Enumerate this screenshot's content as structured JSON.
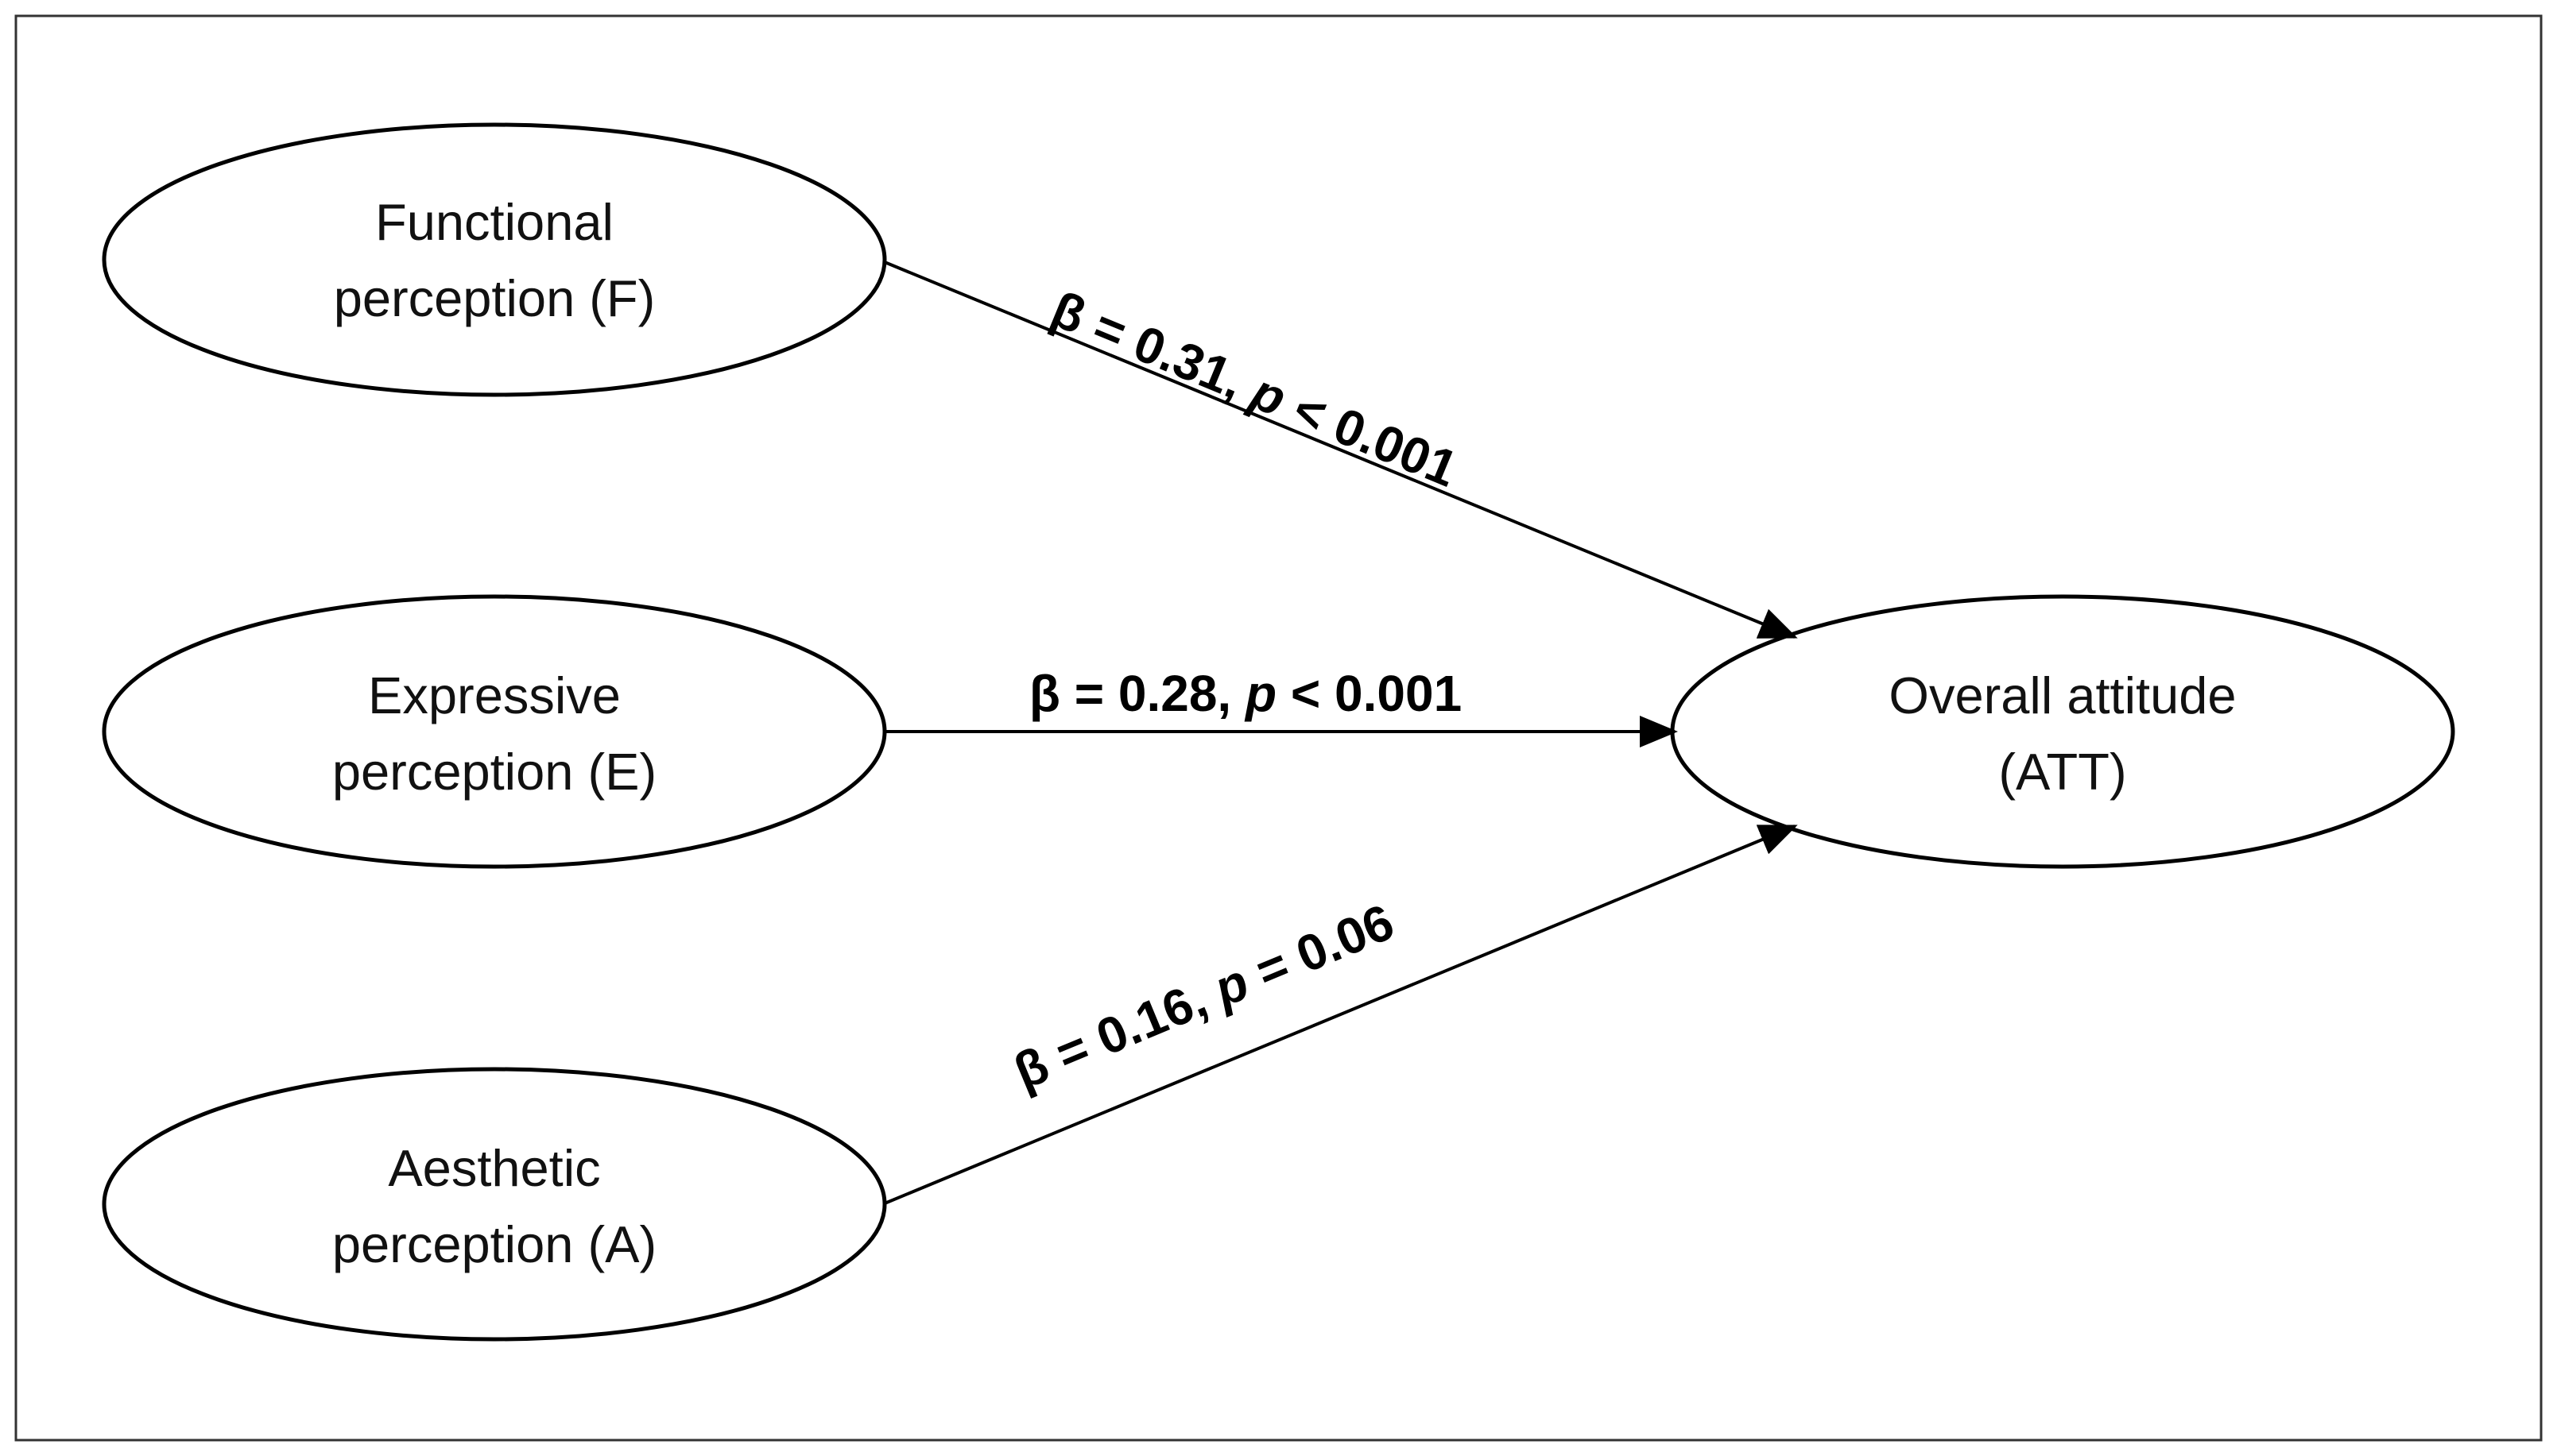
{
  "diagram": {
    "nodes": {
      "functional": {
        "line1": "Functional",
        "line2": "perception (F)"
      },
      "expressive": {
        "line1": "Expressive",
        "line2": "perception (E)"
      },
      "aesthetic": {
        "line1": "Aesthetic",
        "line2": "perception (A)"
      },
      "attitude": {
        "line1": "Overall attitude",
        "line2": "(ATT)"
      }
    },
    "edges": {
      "functional_to_attitude": {
        "beta": "β = 0.31, ",
        "p_symbol": "p",
        "p_rest": " < 0.001"
      },
      "expressive_to_attitude": {
        "beta": "β = 0.28, ",
        "p_symbol": "p",
        "p_rest": " < 0.001"
      },
      "aesthetic_to_attitude": {
        "beta": "β = 0.16, ",
        "p_symbol": "p",
        "p_rest": " = 0.06"
      }
    },
    "colors": {
      "stroke": "#000000",
      "background": "#ffffff",
      "frame": "#333333"
    }
  }
}
